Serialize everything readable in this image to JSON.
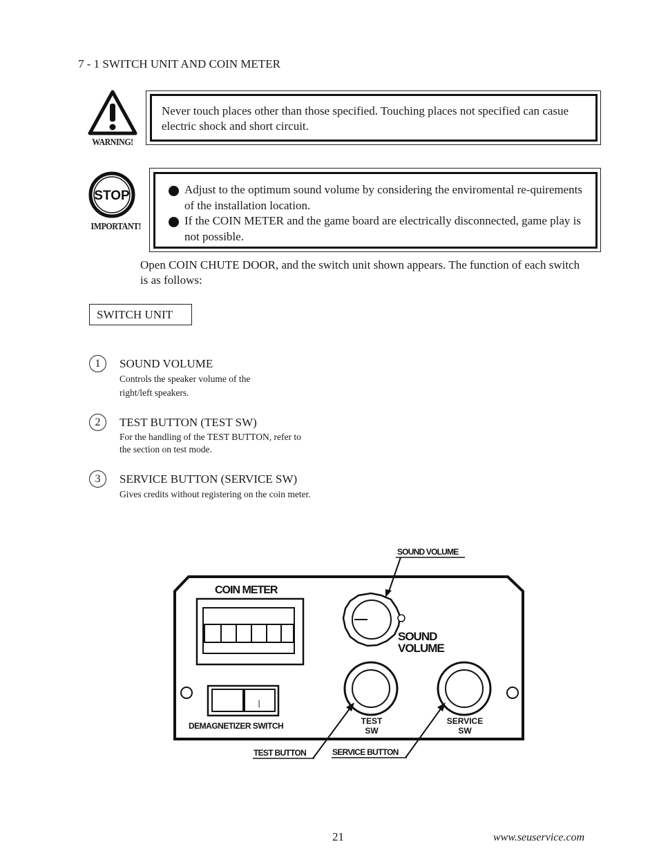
{
  "section_title": "7 - 1 SWITCH UNIT AND COIN METER",
  "warning": {
    "icon_label": "WARNING!",
    "text": "Never touch places other than those specified.  Touching places not specified can casue electric shock and short circuit."
  },
  "important": {
    "icon_label": "IMPORTANT!",
    "stop_sign_text": "STOP",
    "bullets": [
      "Adjust to the optimum sound volume by considering the enviromental re-quirements of the installation location.",
      "If the COIN METER and the game board are electrically disconnected, game play is not possible."
    ]
  },
  "intro_text": "Open COIN CHUTE DOOR, and the switch unit shown appears. The function of each switch is as follows:",
  "unit_label": "SWITCH UNIT",
  "items": [
    {
      "number": "1",
      "title": "SOUND VOLUME",
      "description": "Controls the speaker volume of the right/left speakers."
    },
    {
      "number": "2",
      "title": "TEST BUTTON (TEST SW)",
      "description": "For the handling of the TEST BUTTON, refer to the section on test mode."
    },
    {
      "number": "3",
      "title": "SERVICE BUTTON (SERVICE SW)",
      "description": "Gives credits without registering on the coin meter."
    }
  ],
  "diagram": {
    "coin_meter_label": "COIN METER",
    "sound_volume_callout": "SOUND VOLUME",
    "sound_volume_line1": "SOUND",
    "sound_volume_line2": "VOLUME",
    "demagnetizer_label": "DEMAGNETIZER SWITCH",
    "demagnetizer_mark": "|",
    "test_sw_line1": "TEST",
    "test_sw_line2": "SW",
    "service_sw_line1": "SERVICE",
    "service_sw_line2": "SW",
    "test_button_callout": "TEST BUTTON",
    "service_button_callout": "SERVICE BUTTON"
  },
  "footer": {
    "page_number": "21",
    "website": "www.seuservice.com"
  }
}
